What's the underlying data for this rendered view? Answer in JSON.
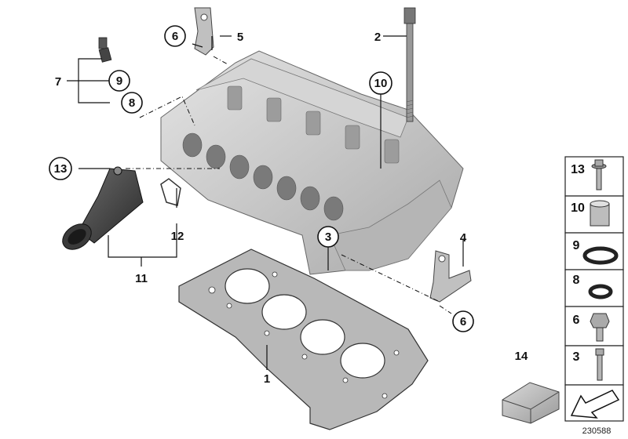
{
  "callouts": {
    "c1": "1",
    "c2": "2",
    "c3": "3",
    "c4": "4",
    "c5": "5",
    "c6a": "6",
    "c6b": "6",
    "c7": "7",
    "c8": "8",
    "c9": "9",
    "c10": "10",
    "c11": "11",
    "c12": "12",
    "c13": "13",
    "c14": "14"
  },
  "legend": [
    {
      "num": "13",
      "icon": "bolt-flange-icon"
    },
    {
      "num": "10",
      "icon": "dowel-sleeve-icon"
    },
    {
      "num": "9",
      "icon": "o-ring-large-icon"
    },
    {
      "num": "8",
      "icon": "o-ring-small-icon"
    },
    {
      "num": "6",
      "icon": "hex-bolt-icon"
    },
    {
      "num": "3",
      "icon": "screw-icon"
    }
  ],
  "reference_number": "230588",
  "colors": {
    "part_gray": "#c8c8c8",
    "part_dark": "#8a8a8a",
    "outline": "#222222"
  }
}
